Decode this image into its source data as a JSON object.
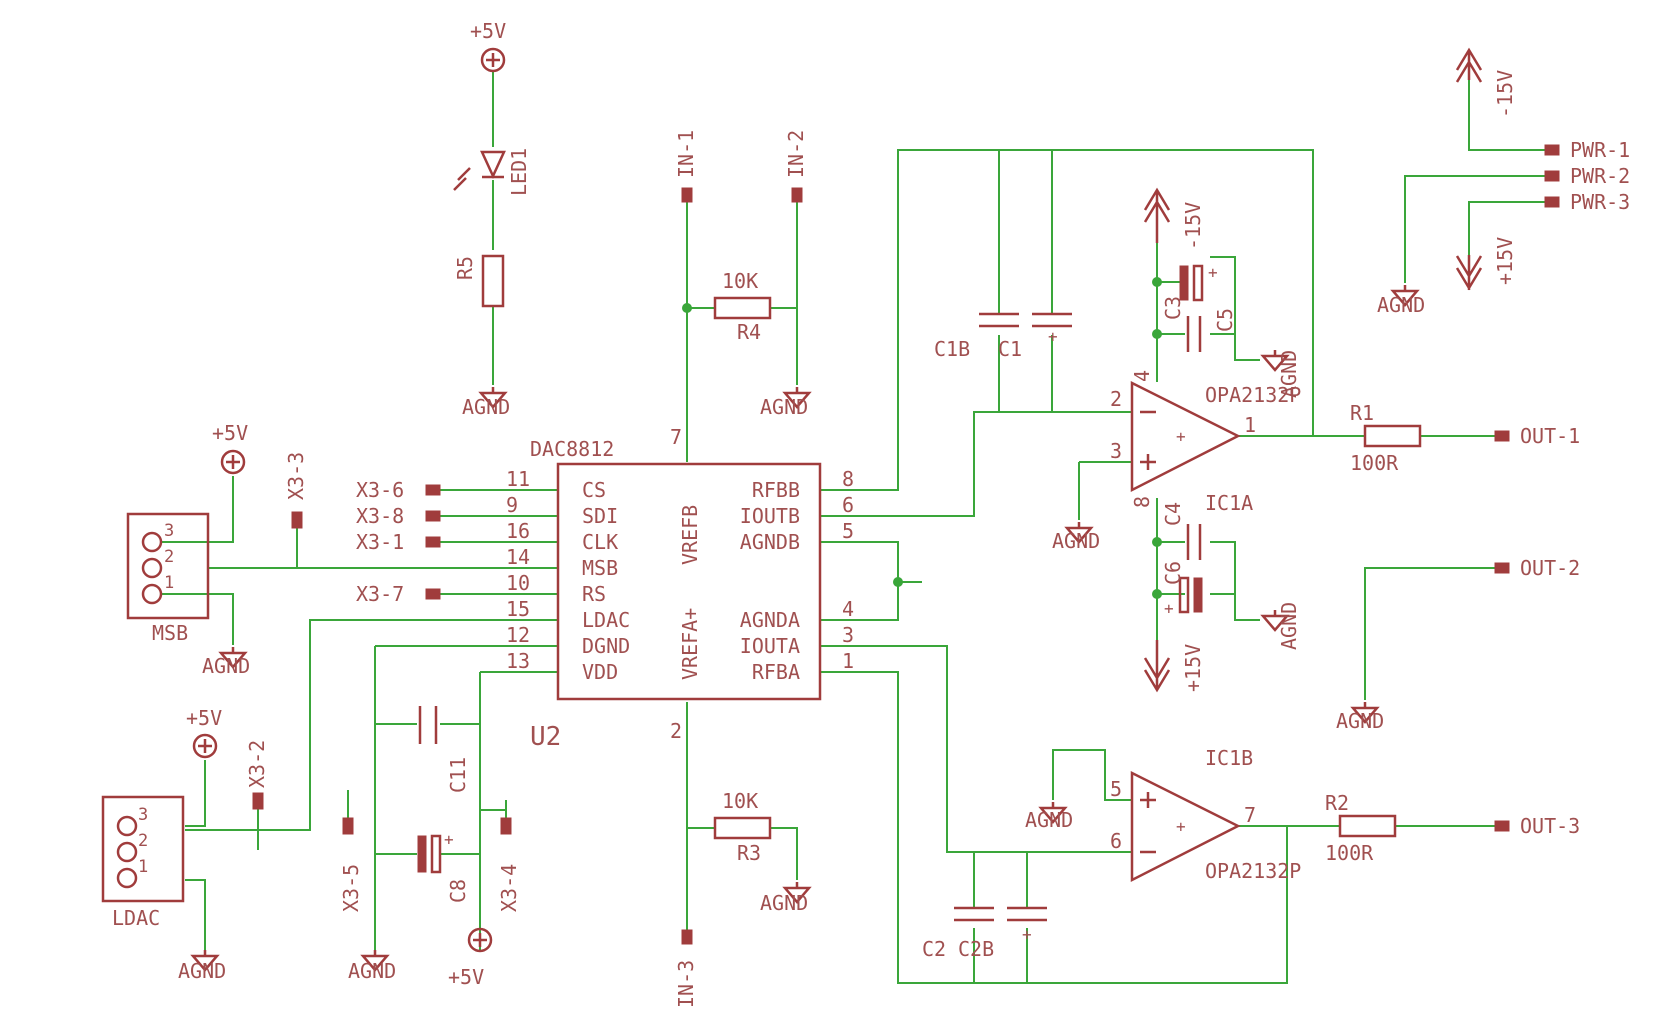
{
  "dac": {
    "name": "DAC8812",
    "ref": "U2",
    "pins_left": [
      {
        "num": "11",
        "label": "CS"
      },
      {
        "num": "9",
        "label": "SDI"
      },
      {
        "num": "16",
        "label": "CLK"
      },
      {
        "num": "14",
        "label": "MSB"
      },
      {
        "num": "10",
        "label": "RS"
      },
      {
        "num": "15",
        "label": "LDAC"
      },
      {
        "num": "12",
        "label": "DGND"
      },
      {
        "num": "13",
        "label": "VDD"
      }
    ],
    "pins_right": [
      {
        "num": "8",
        "label": "RFBB"
      },
      {
        "num": "6",
        "label": "IOUTB"
      },
      {
        "num": "5",
        "label": "AGNDB"
      },
      {
        "num": "4",
        "label": "AGNDA"
      },
      {
        "num": "3",
        "label": "IOUTA"
      },
      {
        "num": "1",
        "label": "RFBA"
      }
    ],
    "pin_top": {
      "num": "7",
      "label": "VREFB"
    },
    "pin_bottom": {
      "num": "2",
      "label": "VREFA+"
    }
  },
  "inputs": [
    "X3-6",
    "X3-8",
    "X3-1",
    "X3-7"
  ],
  "x3": {
    "x3_3": "X3-3",
    "x3_2": "X3-2",
    "x3_5": "X3-5",
    "x3_4": "X3-4"
  },
  "connectors": {
    "msb": "MSB",
    "ldac": "LDAC",
    "pins": [
      "3",
      "2",
      "1"
    ]
  },
  "supplies": {
    "p5": "+5V",
    "agnd": "AGND",
    "m15": "-15V",
    "p15": "+15V"
  },
  "parts": {
    "led": "LED1",
    "r5": "R5",
    "r4": "R4",
    "r4_val": "10K",
    "r3": "R3",
    "r3_val": "10K",
    "r1": "R1",
    "r1_val": "100R",
    "r2": "R2",
    "r2_val": "100R",
    "c1b": "C1B",
    "c1": "C1",
    "c3": "C3",
    "c5": "C5",
    "c4": "C4",
    "c6": "C6",
    "c11": "C11",
    "c8": "C8",
    "c2": "C2",
    "c2b": "C2B"
  },
  "opamps": {
    "a_ref": "IC1A",
    "b_ref": "IC1B",
    "part": "OPA2132P",
    "a_pins": {
      "inv": "2",
      "noninv": "3",
      "out": "1",
      "vpos": "4",
      "vneg": "8"
    },
    "b_pins": {
      "inv": "6",
      "noninv": "5",
      "out": "7"
    }
  },
  "nets": {
    "in1": "IN-1",
    "in2": "IN-2",
    "in3": "IN-3",
    "out1": "OUT-1",
    "out2": "OUT-2",
    "out3": "OUT-3"
  },
  "pwr": [
    "PWR-1",
    "PWR-2",
    "PWR-3"
  ],
  "colors": {
    "wire": "#3aa63a",
    "symbol": "#a03c3c",
    "text": "#a05050",
    "background": "#ffffff"
  }
}
